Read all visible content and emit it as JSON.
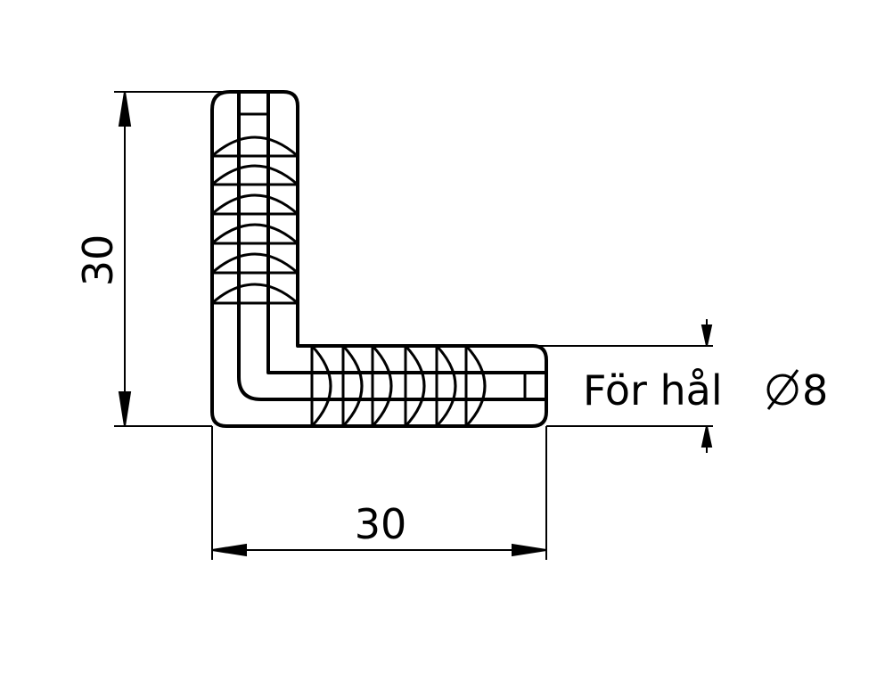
{
  "dimensions": {
    "height_label": "30",
    "width_label": "30"
  },
  "annotation": {
    "hole_prefix": "För hål",
    "hole_symbol": "∅",
    "hole_size": "8"
  },
  "colors": {
    "line": "#000000",
    "background": "#ffffff"
  }
}
